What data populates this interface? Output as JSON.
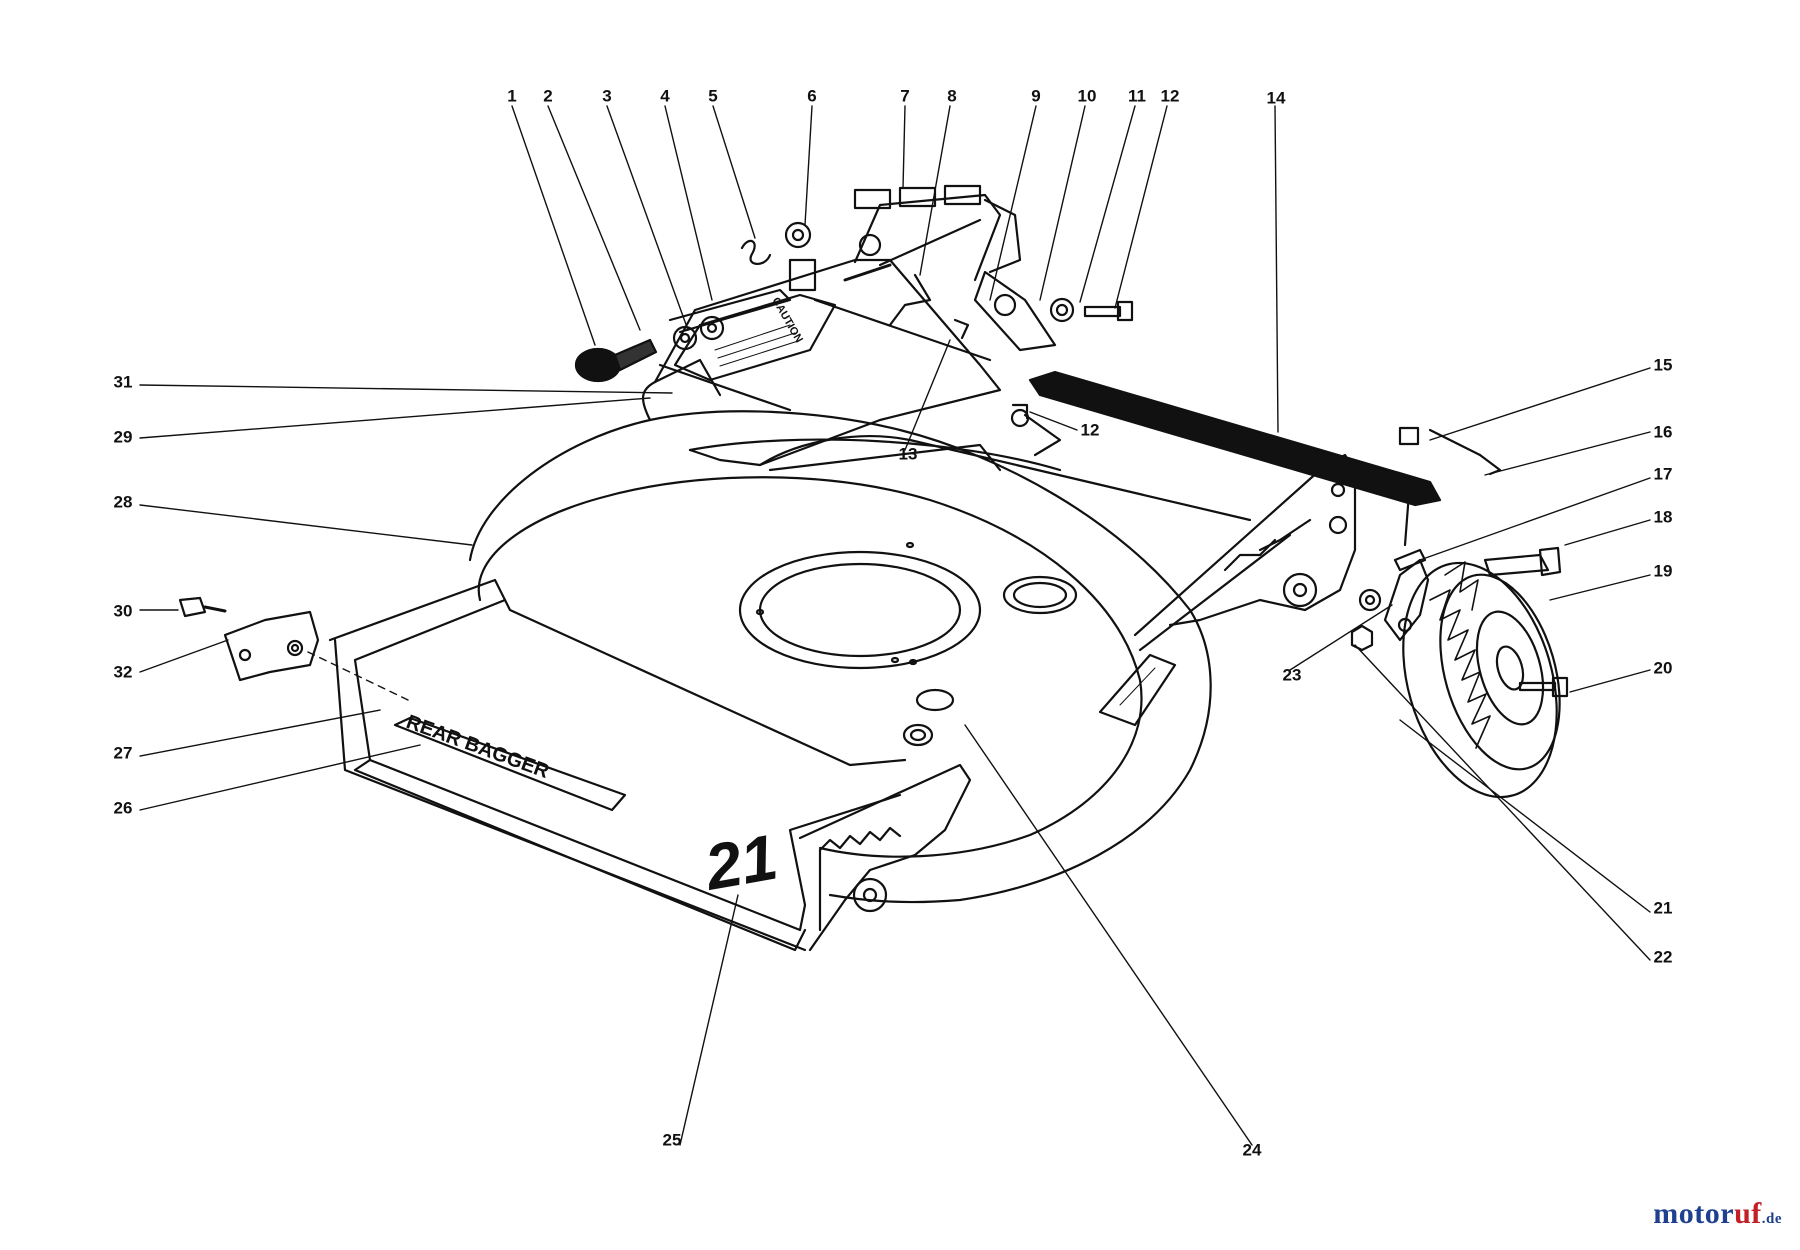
{
  "diagram": {
    "callouts": [
      "1",
      "2",
      "3",
      "4",
      "5",
      "6",
      "7",
      "8",
      "9",
      "10",
      "11",
      "12",
      "12",
      "13",
      "14",
      "15",
      "16",
      "17",
      "18",
      "19",
      "20",
      "21",
      "22",
      "23",
      "24",
      "25",
      "26",
      "27",
      "28",
      "29",
      "30",
      "31",
      "32"
    ],
    "decal_rear_bagger": "REAR BAGGER",
    "deck_size_marking": "21",
    "caution_decal": "CAUTION"
  },
  "watermark": {
    "part1": "motor",
    "part2": "uf",
    "part3": ".de"
  },
  "colors": {
    "line": "#111111",
    "brand_blue": "#1f3f8f",
    "brand_red": "#c22026"
  }
}
